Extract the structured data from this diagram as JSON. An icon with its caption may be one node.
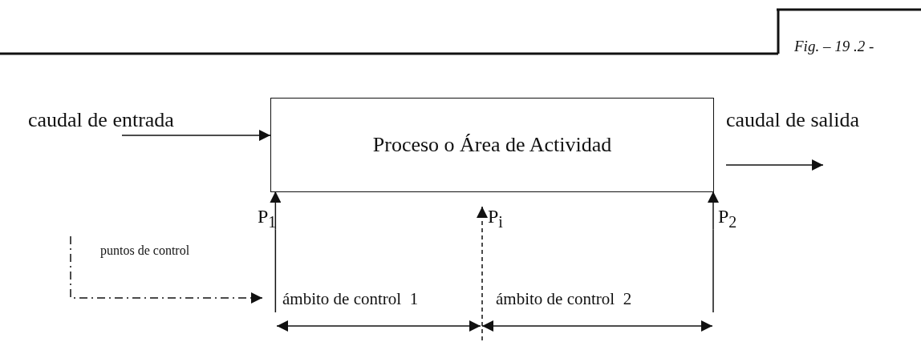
{
  "diagram": {
    "title": "Fig. – 19 .2 -",
    "nodes": [
      {
        "text": [
          "caudal de entrada"
        ]
      },
      {
        "text": [
          "Proceso o Área de Actividad"
        ]
      },
      {
        "text": [
          "caudal de salida"
        ]
      },
      {
        "text": [
          "P$_{1}$"
        ]
      },
      {
        "text": [
          "P$_{i}$"
        ]
      },
      {
        "text": [
          "P$_{2}$"
        ]
      },
      {
        "text": [
          "puntos de control"
        ]
      }
    ],
    "edges": [
      {
        "from": 0,
        "to": 1,
        "arrow": "to"
      },
      {
        "from": 1,
        "to": 2,
        "arrow": "to"
      },
      {
        "from": 3,
        "to": 1,
        "arrow": "to"
      },
      {
        "from": null,
        "to": 4,
        "arrow": "to",
        "style": "dashed"
      },
      {
        "from": 5,
        "to": 1,
        "arrow": "to"
      },
      {
        "from": 6,
        "to": null,
        "arrow": "to",
        "style": "dashed"
      }
    ],
    "labels": [
      "ámbito de control  1",
      "ámbito de control  2"
    ]
  }
}
